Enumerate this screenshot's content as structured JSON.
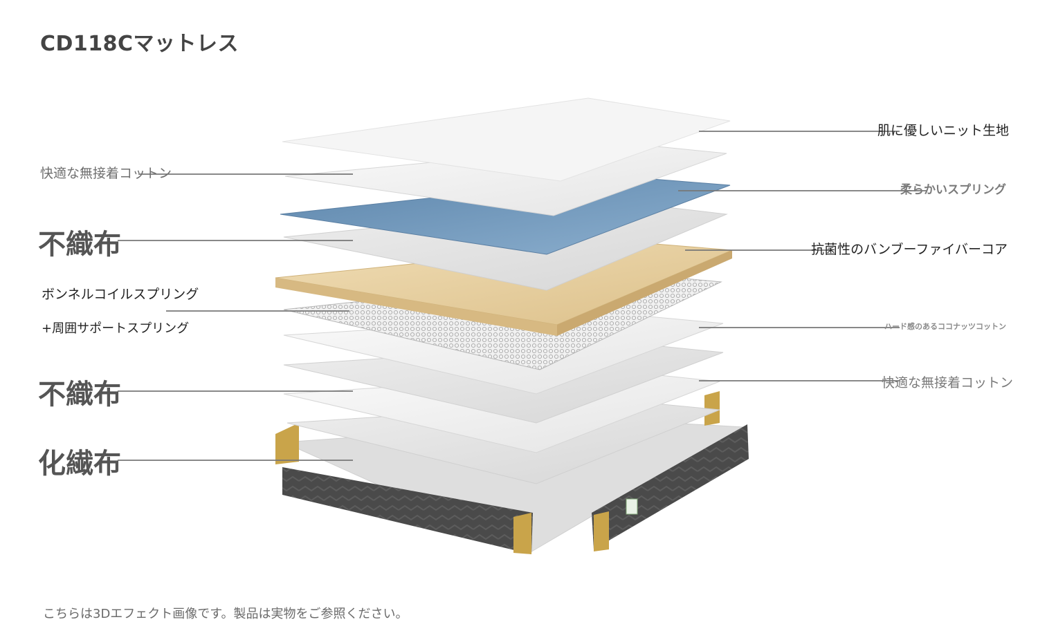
{
  "title": "CD118Cマットレス",
  "left_labels": [
    "快適な無接着コットン",
    "不織布",
    "ボンネルコイルスプリング",
    "+周囲サポートスプリング",
    "不織布",
    "化繊布"
  ],
  "right_labels": [
    "肌に優しいニット生地",
    "柔らかいスプリング",
    "抗菌性のバンブーファイバーコア",
    "ハード感のあるココナッツコットン",
    "快適な無接着コットン"
  ],
  "footer": "こちらは3Dエフェクト画像です。製品は実物をご参照ください。",
  "colors": {
    "knit": "#f3f3f3",
    "cotton": "#ececec",
    "blue_spring": "#6f97bb",
    "bamboo_core": "#e6cfa1",
    "coil_mesh": "#bdbdbd",
    "base_fabric": "#4a4a4a",
    "gold_trim": "#c9a44a",
    "leader_line": "#777777"
  }
}
